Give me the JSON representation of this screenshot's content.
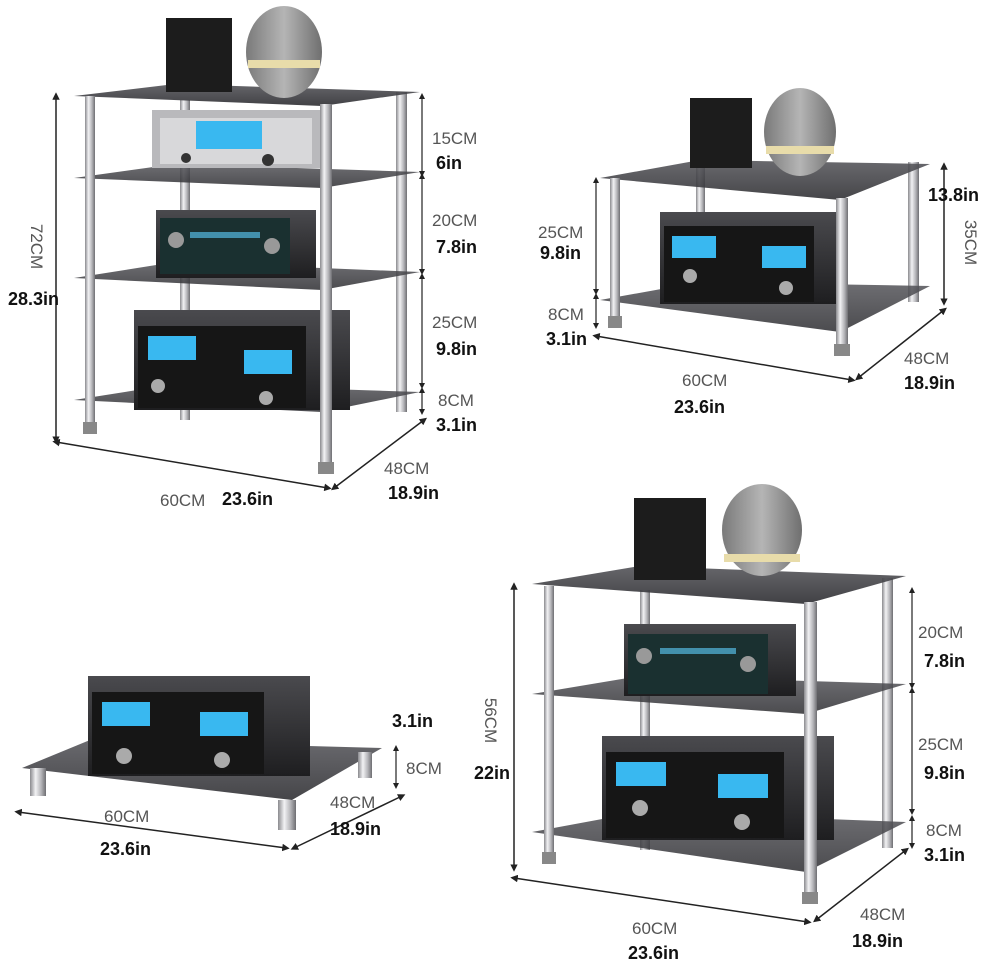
{
  "colors": {
    "glass": "#3a3a3e",
    "glass_edge": "#6a6a70",
    "chrome": "#c8c8cc",
    "amp_body": "#1c1c1e",
    "amp_meter": "#39b8f0",
    "speaker_grey": "#8f8f8f",
    "dimension_line": "#222222"
  },
  "stand_4tier": {
    "height_cm": "72CM",
    "height_in": "28.3in",
    "gap1_cm": "15CM",
    "gap1_in": "6in",
    "gap2_cm": "20CM",
    "gap2_in": "7.8in",
    "gap3_cm": "25CM",
    "gap3_in": "9.8in",
    "leg_cm": "8CM",
    "leg_in": "3.1in",
    "width_cm": "60CM",
    "width_in": "23.6in",
    "depth_cm": "48CM",
    "depth_in": "18.9in"
  },
  "stand_2tier": {
    "height_in": "13.8in",
    "height_cm": "35CM",
    "gap_cm": "25CM",
    "gap_in": "9.8in",
    "leg_cm": "8CM",
    "leg_in": "3.1in",
    "width_cm": "60CM",
    "width_in": "23.6in",
    "depth_cm": "48CM",
    "depth_in": "18.9in"
  },
  "stand_1tier": {
    "leg_in": "3.1in",
    "leg_cm": "8CM",
    "width_cm": "60CM",
    "width_in": "23.6in",
    "depth_cm": "48CM",
    "depth_in": "18.9in"
  },
  "stand_3tier": {
    "height_cm": "56CM",
    "height_in": "22in",
    "gap1_cm": "20CM",
    "gap1_in": "7.8in",
    "gap2_cm": "25CM",
    "gap2_in": "9.8in",
    "leg_cm": "8CM",
    "leg_in": "3.1in",
    "width_cm": "60CM",
    "width_in": "23.6in",
    "depth_cm": "48CM",
    "depth_in": "18.9in"
  }
}
